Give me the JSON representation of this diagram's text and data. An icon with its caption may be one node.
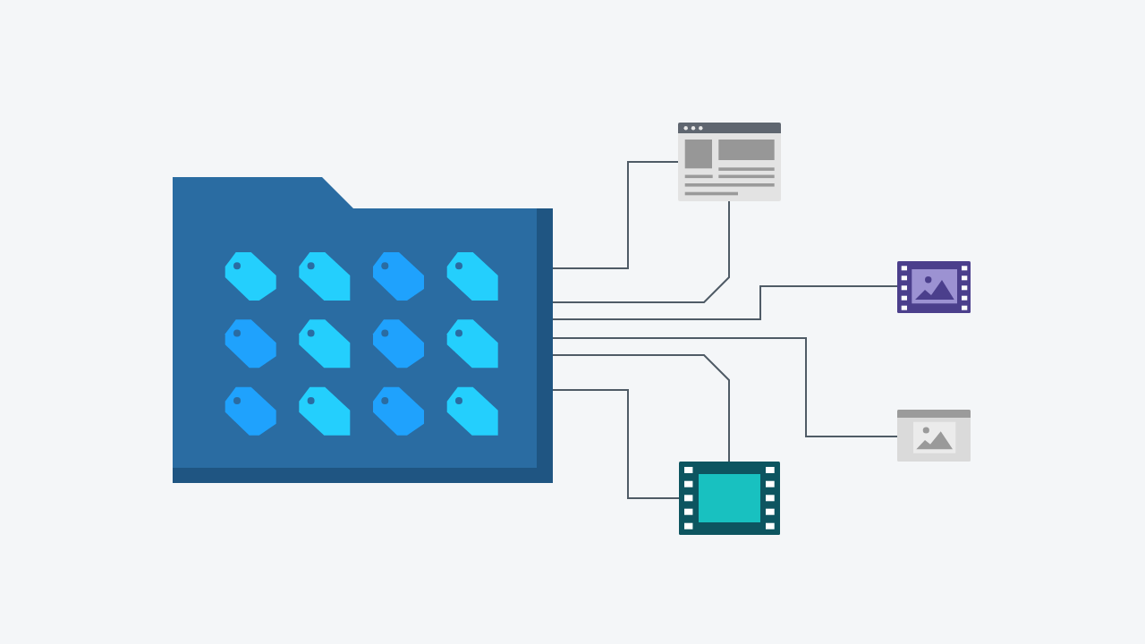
{
  "diagram": {
    "nodes": [
      {
        "text": [],
        "shape": "picture"
      },
      {
        "text": [],
        "shape": "picture"
      },
      {
        "text": [],
        "shape": "picture"
      },
      {
        "text": [],
        "shape": "picture"
      },
      {
        "text": [],
        "shape": "picture"
      }
    ],
    "edges": [
      {
        "from": 0,
        "to": 1,
        "arrow": "none"
      },
      {
        "from": 0,
        "to": 1,
        "arrow": "none"
      },
      {
        "from": 0,
        "to": 2,
        "arrow": "none"
      },
      {
        "from": 0,
        "to": 3,
        "arrow": "none"
      },
      {
        "from": 0,
        "to": 4,
        "arrow": "none"
      },
      {
        "from": 0,
        "to": 4,
        "arrow": "none"
      }
    ]
  }
}
